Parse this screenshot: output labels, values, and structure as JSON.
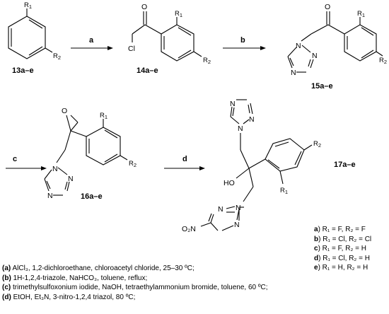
{
  "compounds": {
    "c13": "13a–e",
    "c14": "14a–e",
    "c15": "15a–e",
    "c16": "16a–e",
    "c17": "17a–e"
  },
  "steps": {
    "a": "a",
    "b": "b",
    "c": "c",
    "d": "d"
  },
  "atoms": {
    "o": "O",
    "cl": "Cl",
    "n": "N",
    "ho": "HO",
    "o2n": "O₂N",
    "r": "R",
    "r1": "1",
    "r2": "2"
  },
  "substituents": [
    {
      "tag": "a",
      "text": "R₁ = F,   R₂ = F"
    },
    {
      "tag": "b",
      "text": "R₁ = Cl, R₂ = Cl"
    },
    {
      "tag": "c",
      "text": "R₁ = F,   R₂ = H"
    },
    {
      "tag": "d",
      "text": "R₁ = Cl, R₂ = H"
    },
    {
      "tag": "e",
      "text": "R₁ = H,   R₂ = H"
    }
  ],
  "conditions": [
    {
      "tag": "(a)",
      "text": "AlCl₃, 1,2-dichloroethane, chloroacetyl chloride, 25–30 ºC;"
    },
    {
      "tag": "(b)",
      "text": "1H-1,2,4-triazole, NaHCO₃, toluene, reflux;"
    },
    {
      "tag": "(c)",
      "text": "trimethylsulfoxonium iodide, NaOH, tetraethylammonium bromide, toluene, 60 ºC;"
    },
    {
      "tag": "(d)",
      "text": "EtOH, Et₃N, 3-nitro-1,2,4 triazol, 80 ºC;"
    }
  ]
}
